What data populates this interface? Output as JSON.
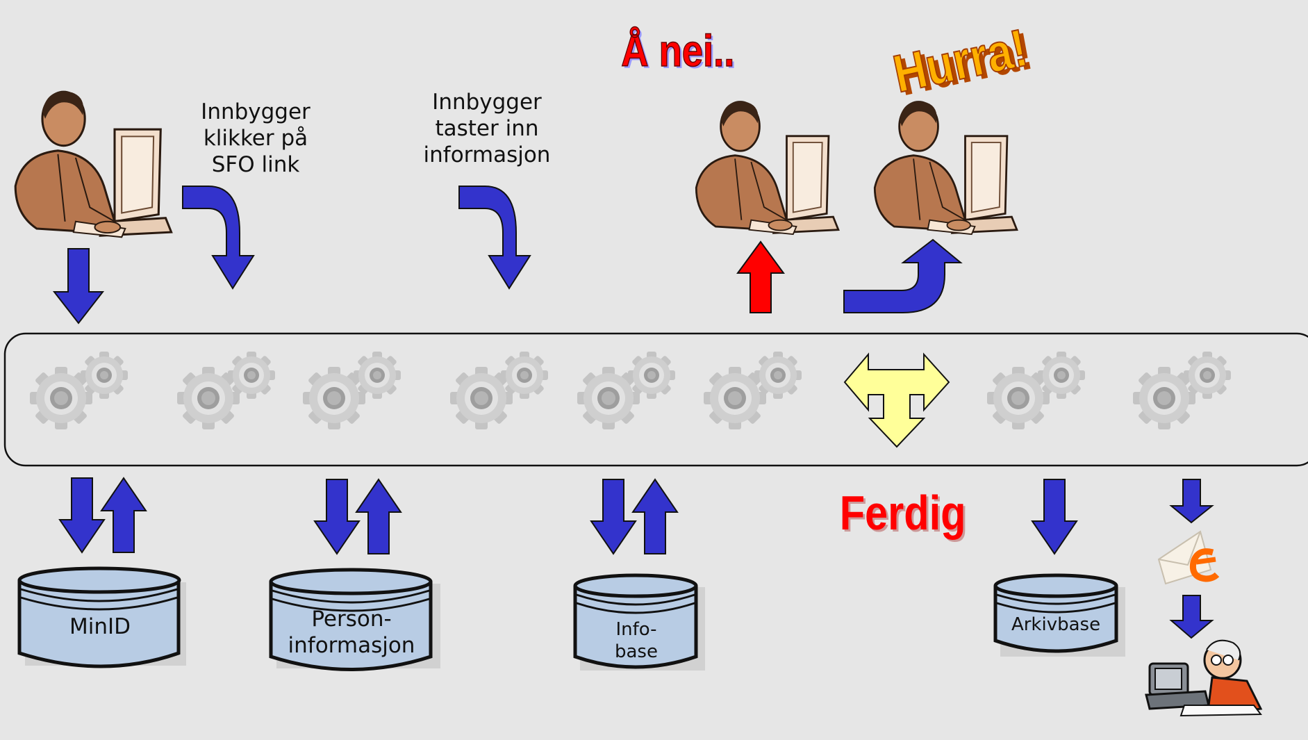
{
  "captions": {
    "click_sfo": "Innbygger\nklikker på\nSFO link",
    "enter_info": "Innbygger\ntaster inn\ninformasjon"
  },
  "wordart": {
    "fail": "Å nei..",
    "success": "Hurra!",
    "done": "Ferdig"
  },
  "databases": {
    "minid": "MinID",
    "person": "Person-\ninformasjon",
    "info": "Info-\nbase",
    "archive": "Arkivbase"
  },
  "colors": {
    "arrow_blue": "#3333cc",
    "arrow_red": "#ff0000",
    "junction_yellow": "#ffff99",
    "database_fill": "#b8cce4",
    "gear_gray": "#bdbdbd",
    "wordart_red": "#ff0000",
    "wordart_orange": "#ff9900"
  },
  "icons": [
    "user-at-computer-icon",
    "gear-icon",
    "email-icon",
    "stressed-user-icon",
    "database-icon"
  ]
}
